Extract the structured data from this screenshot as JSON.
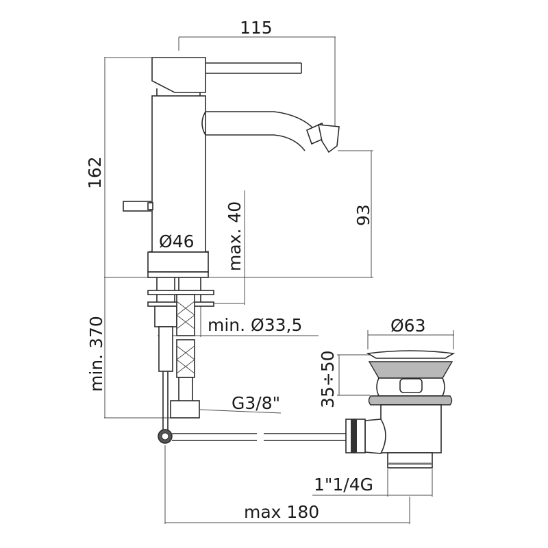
{
  "diagram": {
    "subject": "Bidet mixer tap with pop-up waste - dimensional drawing",
    "line_color": "#2a2a2a",
    "fill_color": "#b8b8b8",
    "dimensions": {
      "spout_reach": "115",
      "total_height": "162",
      "spout_height": "93",
      "base_diameter": "Ø46",
      "deck_thickness": "max. 40",
      "hole_diameter": "min. Ø33,5",
      "hose_length": "min. 370",
      "hose_connection": "G3/8\"",
      "waste_diameter": "Ø63",
      "waste_adjust": "35÷50",
      "waste_thread": "1\"1/4G",
      "rod_length": "max 180"
    }
  }
}
